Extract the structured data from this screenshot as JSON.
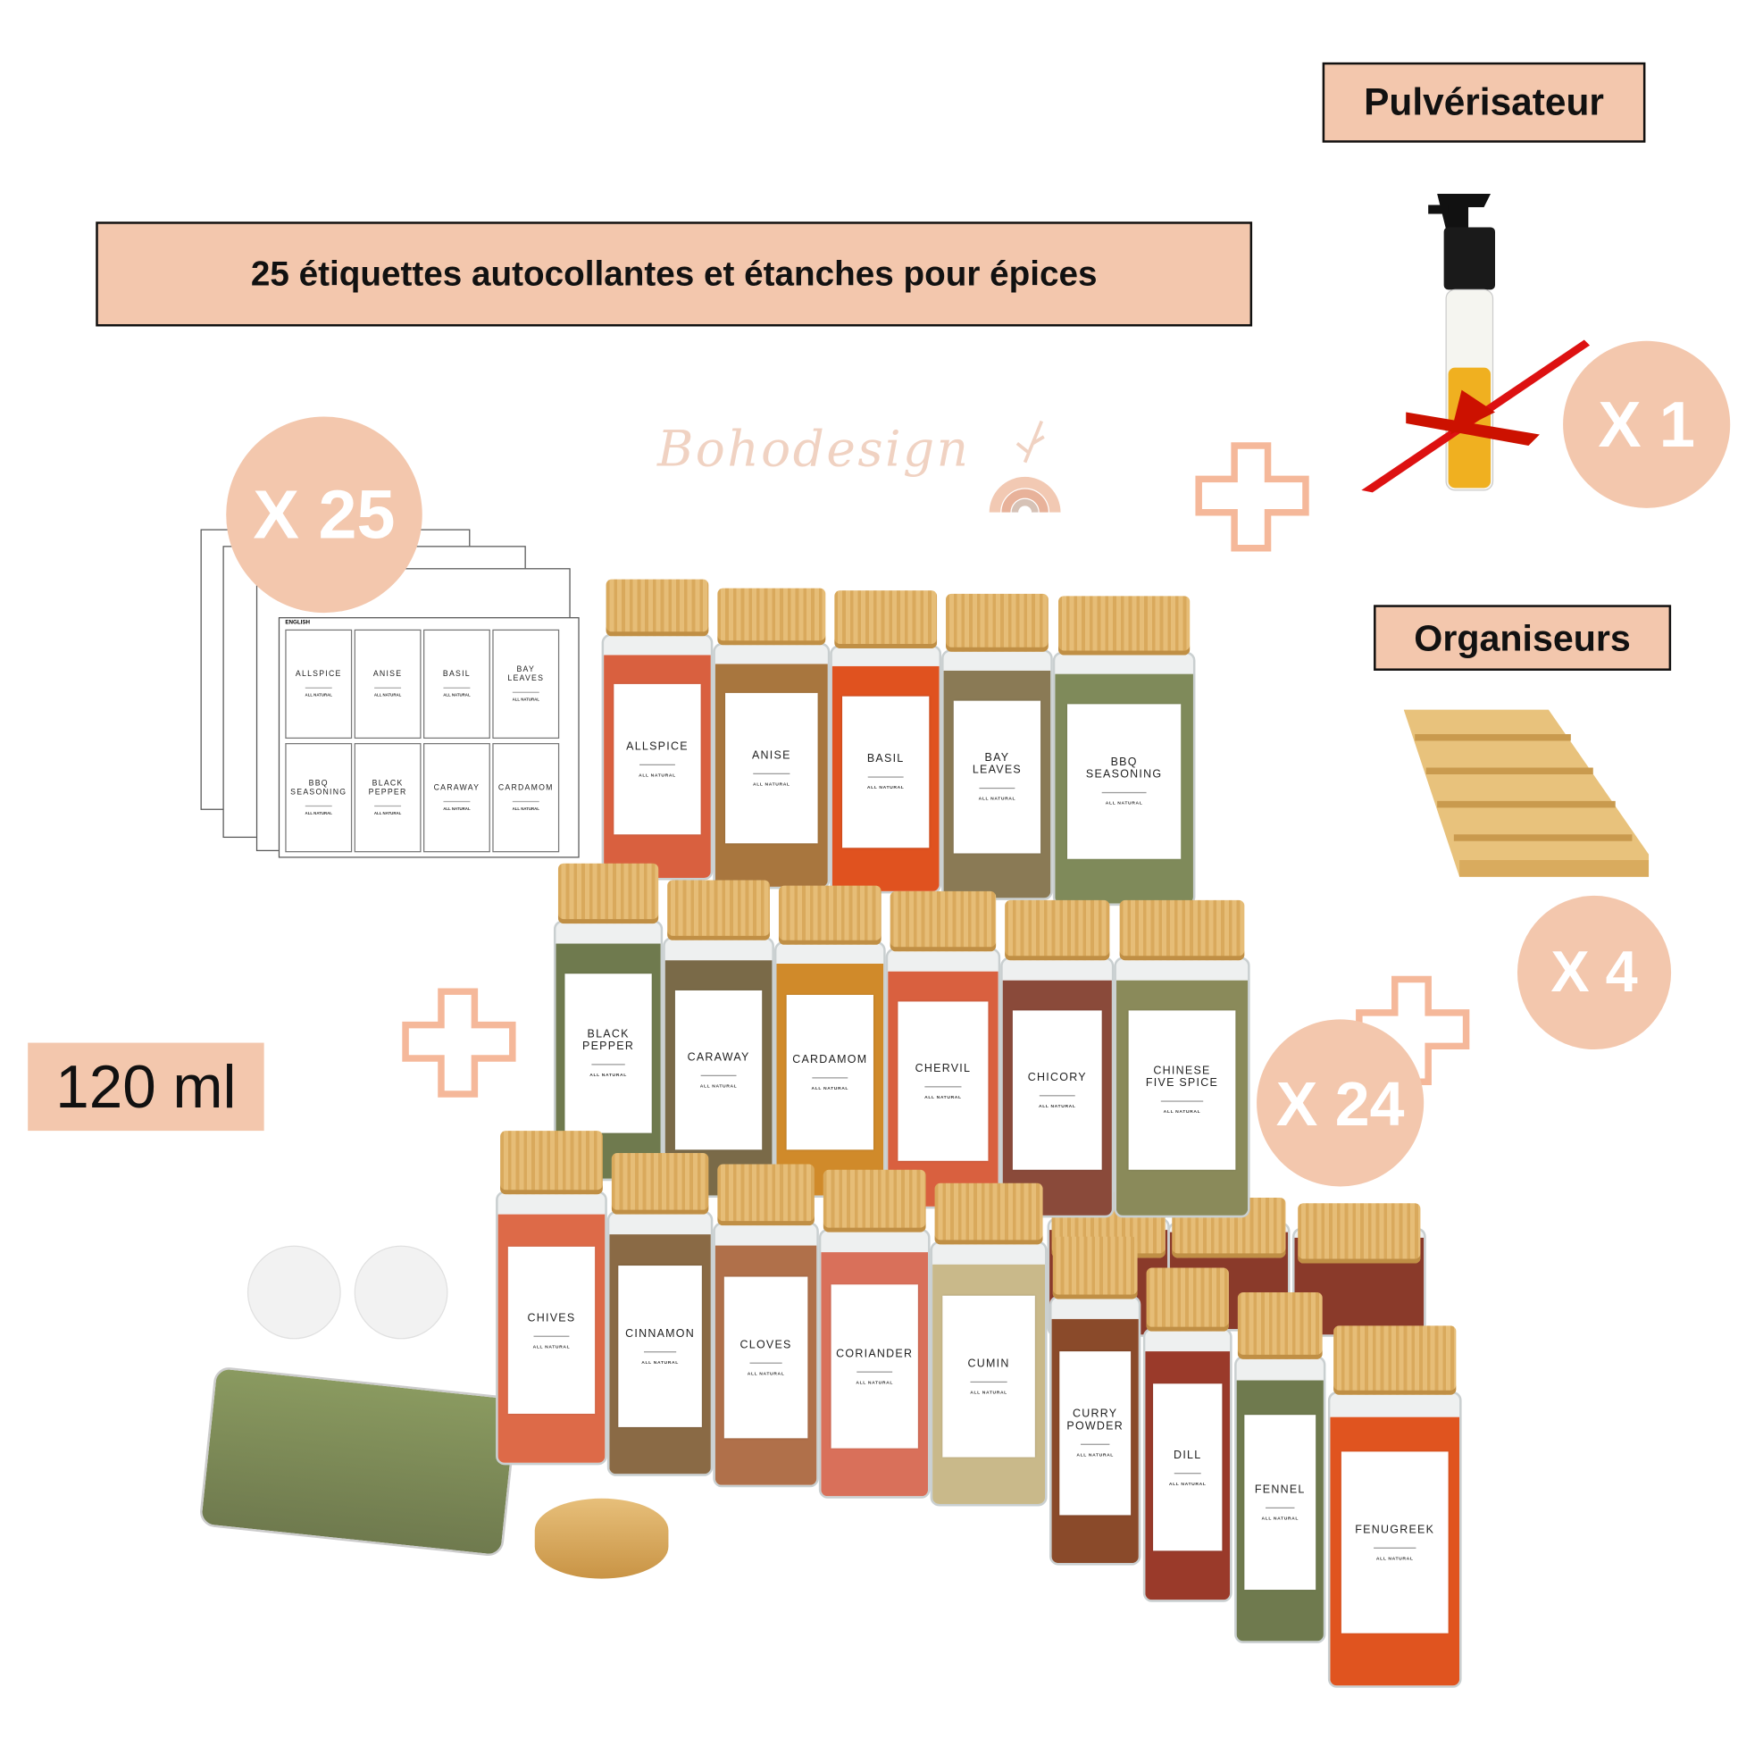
{
  "headers": {
    "labels_title": "25 étiquettes autocollantes et étanches pour épices",
    "sprayer_title": "Pulvérisateur",
    "organizers_title": "Organiseurs",
    "volume": "120 ml"
  },
  "badges": {
    "labels_count": "X 25",
    "sprayer_count": "X 1",
    "jars_count": "X 24",
    "organizers_count": "X 4"
  },
  "logo": {
    "text": "Bohodesign"
  },
  "sticker_sheet": {
    "language": "ENGLISH",
    "sub": "ALL NATURAL",
    "labels": [
      "ALLSPICE",
      "ANISE",
      "BASIL",
      "BAY\nLEAVES",
      "BBQ\nSEASONING",
      "BLACK\nPEPPER",
      "CARAWAY",
      "CARDAMOM"
    ]
  },
  "jars": {
    "sub": "ALL NATURAL",
    "items": [
      {
        "name": "ALLSPICE",
        "color": "#d9603f"
      },
      {
        "name": "ANISE",
        "color": "#a8763e"
      },
      {
        "name": "BASIL",
        "color": "#e0521f"
      },
      {
        "name": "BAY\nLEAVES",
        "color": "#8a7a55"
      },
      {
        "name": "BBQ\nSEASONING",
        "color": "#7f8a5a"
      },
      {
        "name": "BLACK\nPEPPER",
        "color": "#6f7a4e"
      },
      {
        "name": "CARAWAY",
        "color": "#7a6a48"
      },
      {
        "name": "CARDAMOM",
        "color": "#d08a2a"
      },
      {
        "name": "CHERVIL",
        "color": "#d9603f"
      },
      {
        "name": "CHICORY",
        "color": "#8a4a3a"
      },
      {
        "name": "CHINESE\nFIVE SPICE",
        "color": "#8a8a5a"
      },
      {
        "name": "CHIVES",
        "color": "#dd6a48"
      },
      {
        "name": "CINNAMON",
        "color": "#8a6a45"
      },
      {
        "name": "CLOVES",
        "color": "#b0704a"
      },
      {
        "name": "CORIANDER",
        "color": "#d9705a"
      },
      {
        "name": "CUMIN",
        "color": "#c9b98a"
      },
      {
        "name": "CURRY\nPOWDER",
        "color": "#8a4a2a"
      },
      {
        "name": "DILL",
        "color": "#9a3a2a"
      },
      {
        "name": "FENNEL",
        "color": "#6f7a4e"
      },
      {
        "name": "FENUGREEK",
        "color": "#e0541f"
      }
    ]
  },
  "colors": {
    "accent": "#f3c7ad",
    "plus": "#f5b89a",
    "wood": "#e2b46a"
  }
}
